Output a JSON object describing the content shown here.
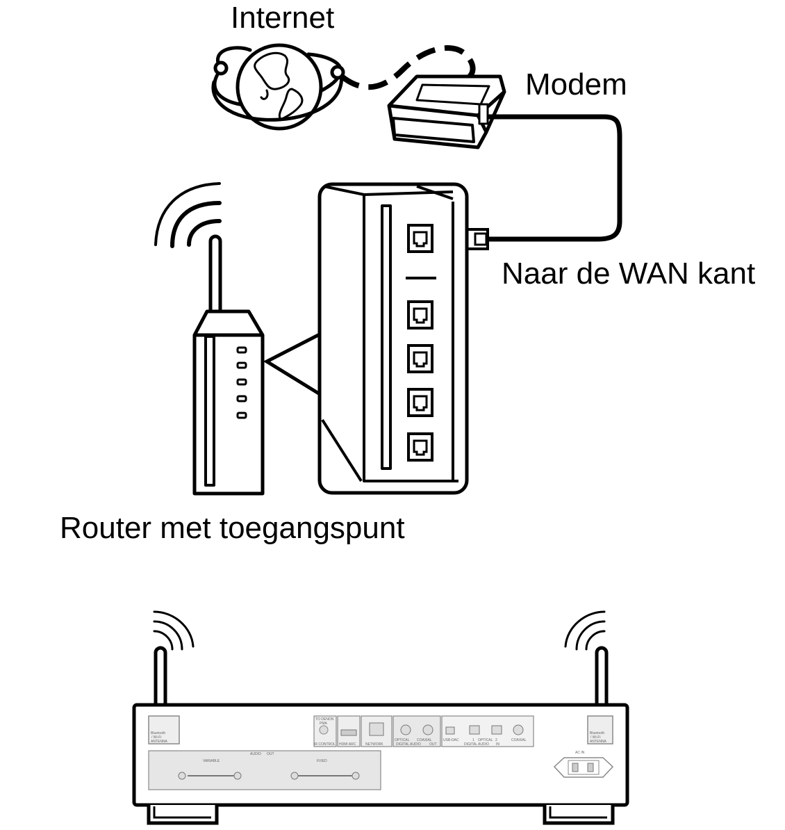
{
  "labels": {
    "internet": "Internet",
    "modem": "Modem",
    "wan": "Naar de WAN kant",
    "router": "Router met toegangspunt"
  },
  "rear_panel": {
    "antenna_left": [
      "Bluetooth",
      "/ Wi-Fi",
      "ANTENNA"
    ],
    "antenna_right": [
      "Bluetooth",
      "/ Wi-Fi",
      "ANTENNA"
    ],
    "ir_control": "IR CONTROL",
    "ir_top": [
      "TO DENON",
      "PMA"
    ],
    "hdmi_arc": "HDMI ARC",
    "network": "NETWORK",
    "digital_audio_out": "DIGITAL AUDIO",
    "optical_out": "OPTICAL",
    "coaxial_out": "COAXIAL",
    "usb_dac": "USB-DAC",
    "optical_in": "OPTICAL",
    "coaxial_in": "COAXIAL",
    "in_1": "1",
    "in_2": "2",
    "digital_audio_in": "DIGITAL AUDIO",
    "in_label": "IN",
    "out_label": "OUT",
    "audio": "AUDIO",
    "variable": "VARIABLE",
    "fixed": "FIXED",
    "ac_in": "AC IN"
  },
  "colors": {
    "line": "#000000",
    "panel_line": "#888888",
    "panel_fill": "#f4f4f4"
  }
}
